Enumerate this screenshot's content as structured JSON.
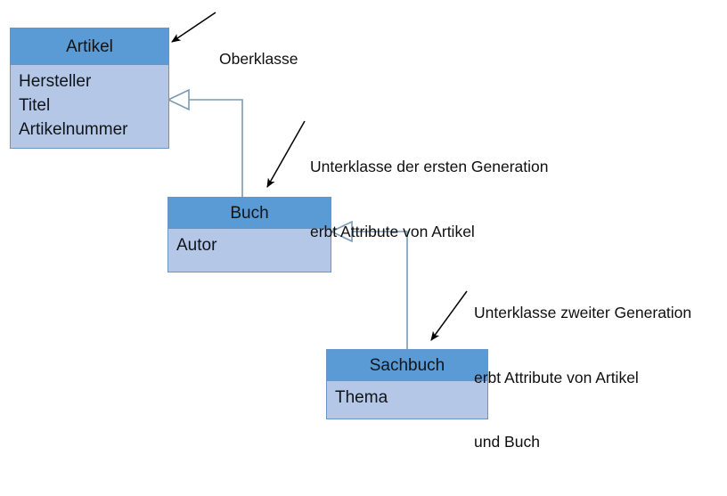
{
  "diagram": {
    "type": "uml-class-diagram",
    "language": "de",
    "background_color": "#ffffff",
    "palette": {
      "class_header_fill": "#5b9bd5",
      "class_body_fill": "#b4c7e7",
      "class_border": "#6a94c4",
      "connector_line": "#7a9ab5",
      "annotation_text": "#0f0f0f",
      "annotation_arrow": "#000000"
    },
    "classes": [
      {
        "id": "artikel",
        "name": "Artikel",
        "attributes": [
          "Hersteller",
          "Titel",
          "Artikelnummer"
        ]
      },
      {
        "id": "buch",
        "name": "Buch",
        "attributes": [
          "Autor"
        ]
      },
      {
        "id": "sachbuch",
        "name": "Sachbuch",
        "attributes": [
          "Thema"
        ]
      }
    ],
    "relations": [
      {
        "id": "buch-extends-artikel",
        "type": "generalization",
        "from": "Buch",
        "to": "Artikel",
        "marker": "hollow-triangle"
      },
      {
        "id": "sachbuch-extends-buch",
        "type": "generalization",
        "from": "Sachbuch",
        "to": "Buch",
        "marker": "hollow-triangle"
      }
    ],
    "annotations": [
      {
        "id": "oberklasse",
        "lines": [
          "Oberklasse"
        ],
        "points_to": "Artikel"
      },
      {
        "id": "unterklasse-erste-generation",
        "lines": [
          "Unterklasse der ersten Generation",
          "erbt Attribute von Artikel"
        ],
        "points_to": "Buch"
      },
      {
        "id": "unterklasse-zweite-generation",
        "lines": [
          "Unterklasse zweiter Generation",
          "erbt Attribute von Artikel",
          "und Buch"
        ],
        "points_to": "Sachbuch"
      }
    ]
  }
}
